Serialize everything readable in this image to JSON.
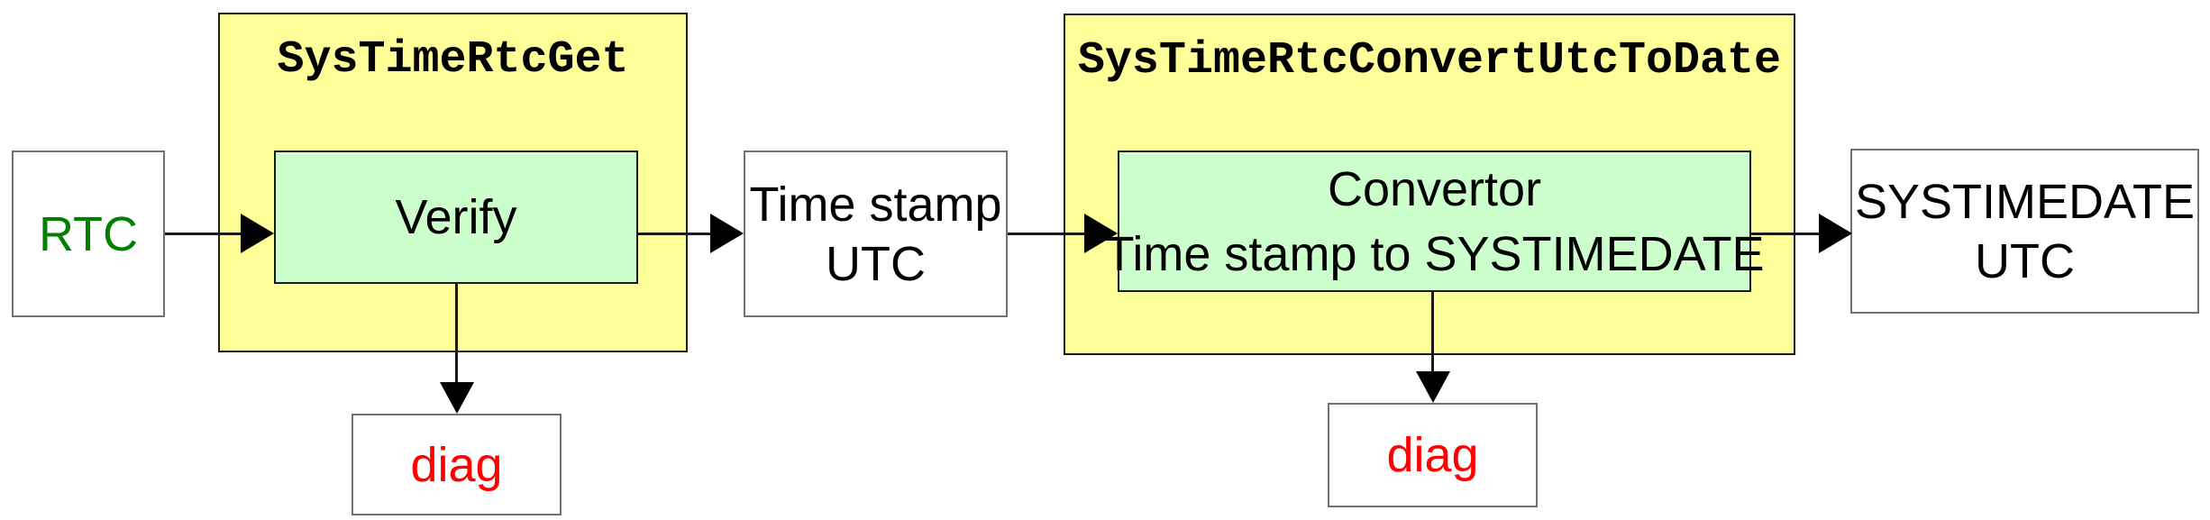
{
  "diagram": {
    "nodes": {
      "rtc": {
        "label": "RTC"
      },
      "get_group": {
        "title": "SysTimeRtcGet"
      },
      "verify": {
        "label": "Verify"
      },
      "diag1": {
        "label": "diag"
      },
      "timestamp": {
        "line1": "Time stamp",
        "line2": "UTC"
      },
      "convert_group": {
        "title": "SysTimeRtcConvertUtcToDate"
      },
      "convertor": {
        "line1": "Convertor",
        "line2": "Time stamp to SYSTIMEDATE"
      },
      "diag2": {
        "label": "diag"
      },
      "systimedate": {
        "line1": "SYSTIMEDATE",
        "line2": "UTC"
      }
    },
    "connections": [
      {
        "from": "rtc",
        "to": "verify"
      },
      {
        "from": "verify",
        "to": "timestamp"
      },
      {
        "from": "verify",
        "to": "diag1"
      },
      {
        "from": "timestamp",
        "to": "convertor"
      },
      {
        "from": "convertor",
        "to": "systimedate"
      },
      {
        "from": "convertor",
        "to": "diag2"
      }
    ],
    "colors": {
      "group_fill": "#ffff99",
      "inner_fill": "#ccffcc",
      "io_fill": "#ffffff",
      "rtc_text": "#008000",
      "diag_text": "#ff0000",
      "label_text": "#000000",
      "io_border": "#707070",
      "group_border": "#1a1a1a",
      "arrow": "#000000",
      "background": "#ffffff"
    }
  }
}
